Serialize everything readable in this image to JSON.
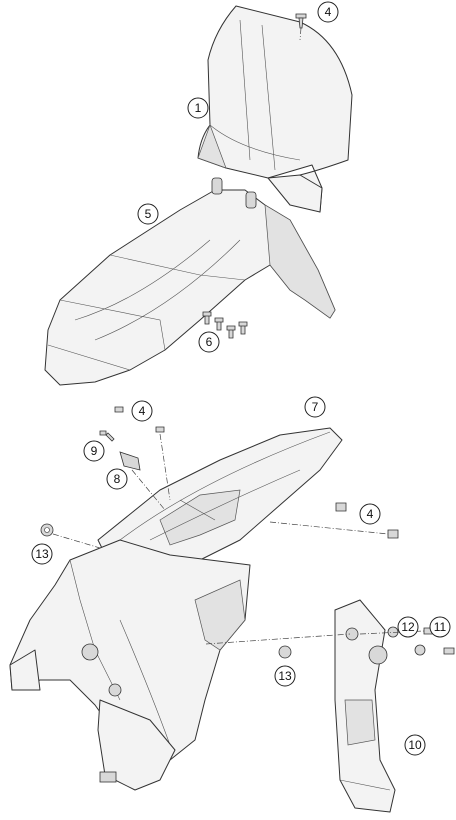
{
  "callouts": {
    "c1": "1",
    "c4_top": "4",
    "c5": "5",
    "c6": "6",
    "c4_mid": "4",
    "c7": "7",
    "c9": "9",
    "c8": "8",
    "c4_right": "4",
    "c13_left": "13",
    "c13_bottom": "13",
    "c12": "12",
    "c11": "11",
    "c10": "10"
  },
  "colors": {
    "line": "#333333",
    "fill": "#f3f3f3",
    "shade": "#e2e2e2"
  }
}
